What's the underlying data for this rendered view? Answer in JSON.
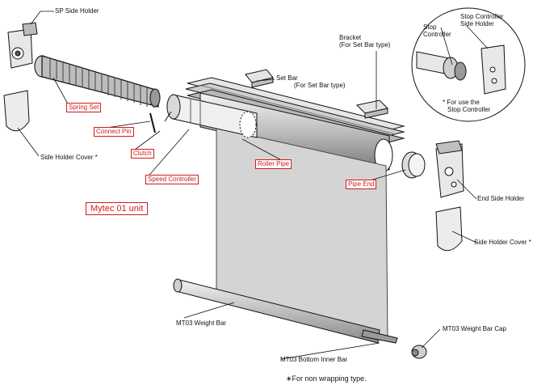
{
  "labels": {
    "sp_side_holder": "SP Side Holder",
    "side_holder_cover_left": "Side Holder Cover *",
    "spring_set": "Spring Set",
    "connect_pin": "Connect Pin",
    "clutch": "Clutch",
    "speed_controller": "Speed Controller",
    "mytec_unit": "Mytec 01 unit",
    "set_bar_1": "Set Bar",
    "set_bar_2": "(For Set Bar type)",
    "bracket_1": "Bracket",
    "bracket_2": "(For Set Bar type)",
    "stop_controller_1": "Stop",
    "stop_controller_2": "Controller",
    "stop_controller_side_holder_1": "Stop Controller",
    "stop_controller_side_holder_2": "Side Holder",
    "for_use_1": "* For use the",
    "for_use_2": "Stop Controller",
    "roller_pipe": "Roller Pipe",
    "pipe_end": "Pipe End",
    "end_side_holder": "End Side Holder",
    "side_holder_cover_right": "Side Holder Cover *",
    "weight_bar": "MT03 Weight Bar",
    "weight_bar_cap": "MT03 Weight Bar Cap",
    "bottom_inner_bar": "MT03 Bottom Inner Bar",
    "footnote": "∗For non wrapping type."
  },
  "colors": {
    "callout_red": "#d11a1a",
    "fabric_grey": "#d4d4d4",
    "line": "#111111"
  }
}
